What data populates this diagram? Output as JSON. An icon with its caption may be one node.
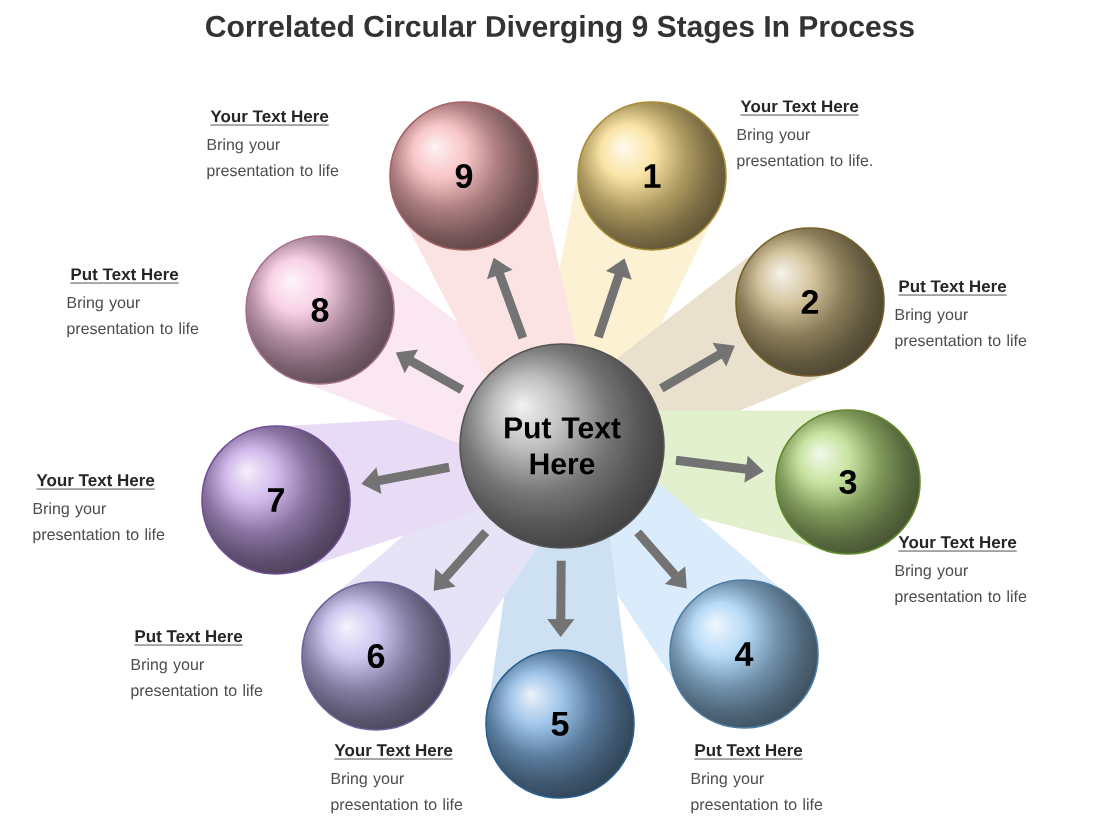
{
  "diagram": {
    "title": "Correlated Circular Diverging 9 Stages In Process",
    "nodes": [
      {
        "text": [
          "Put Text Here"
        ]
      },
      {
        "text": [
          "1"
        ],
        "beside": [
          "Your Text Here",
          "Bring your presentation to life."
        ]
      },
      {
        "text": [
          "2"
        ],
        "beside": [
          "Put Text Here",
          "Bring your presentation to life"
        ]
      },
      {
        "text": [
          "3"
        ],
        "beside": [
          "Your Text Here",
          "Bring your presentation to life"
        ]
      },
      {
        "text": [
          "4"
        ],
        "beside": [
          "Put Text Here",
          "Bring your presentation to life"
        ]
      },
      {
        "text": [
          "5"
        ],
        "beside": [
          "Your Text Here",
          "Bring your presentation to life"
        ]
      },
      {
        "text": [
          "6"
        ],
        "beside": [
          "Put Text Here",
          "Bring your presentation to life"
        ]
      },
      {
        "text": [
          "7"
        ],
        "beside": [
          "Your Text Here",
          "Bring your presentation to life"
        ]
      },
      {
        "text": [
          "8"
        ],
        "beside": [
          "Put Text Here",
          "Bring your presentation to life"
        ]
      },
      {
        "text": [
          "9"
        ],
        "beside": [
          "Your Text Here",
          "Bring your presentation to life"
        ]
      }
    ],
    "edges": [
      {
        "from": 0,
        "to": 1,
        "arrow": "to"
      },
      {
        "from": 0,
        "to": 2,
        "arrow": "to"
      },
      {
        "from": 0,
        "to": 3,
        "arrow": "to"
      },
      {
        "from": 0,
        "to": 4,
        "arrow": "to"
      },
      {
        "from": 0,
        "to": 5,
        "arrow": "to"
      },
      {
        "from": 0,
        "to": 6,
        "arrow": "to"
      },
      {
        "from": 0,
        "to": 7,
        "arrow": "to"
      },
      {
        "from": 0,
        "to": 8,
        "arrow": "to"
      },
      {
        "from": 0,
        "to": 9,
        "arrow": "to"
      }
    ]
  }
}
